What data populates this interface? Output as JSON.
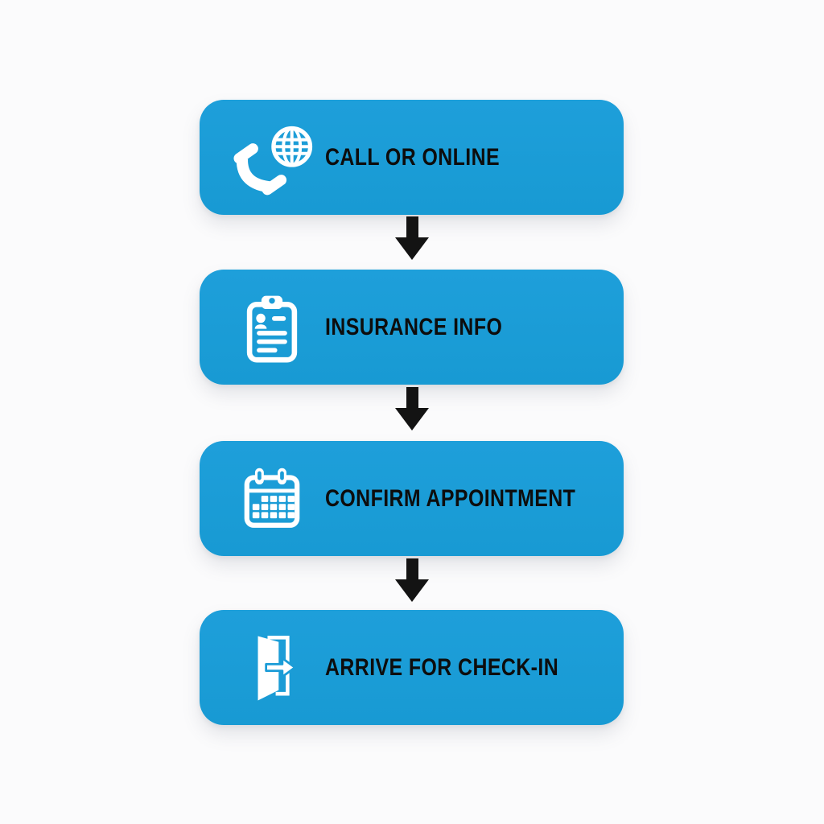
{
  "page": {
    "background_color": "#fbfbfc",
    "box_color": "#1b9cd7",
    "arrow_color": "#131313",
    "text_color": "#0d0d0d"
  },
  "flow": {
    "steps": [
      {
        "label": "CALL OR ONLINE",
        "icon": "phone-globe-icon"
      },
      {
        "label": "INSURANCE INFO",
        "icon": "clipboard-person-icon"
      },
      {
        "label": "CONFIRM APPOINTMENT",
        "icon": "calendar-icon"
      },
      {
        "label": "ARRIVE FOR CHECK-IN",
        "icon": "door-check-in-icon"
      }
    ]
  }
}
